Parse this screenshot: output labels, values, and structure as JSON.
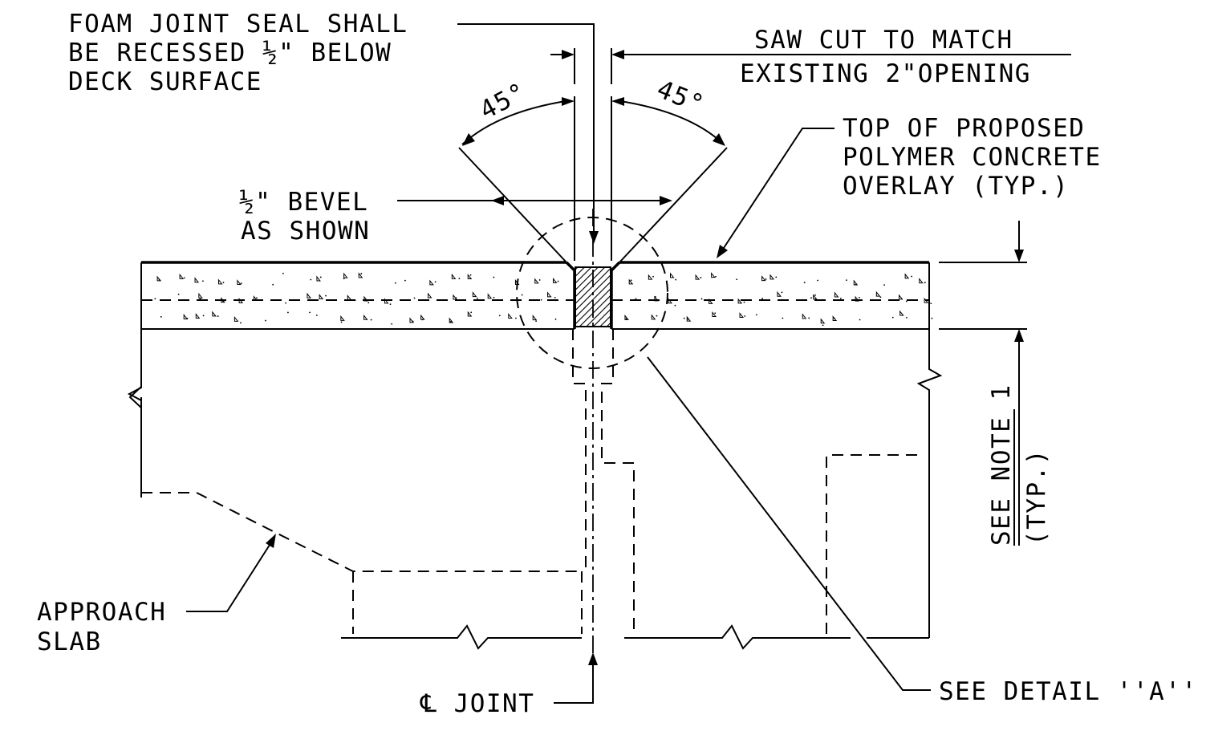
{
  "labels": {
    "foam_seal": [
      "FOAM JOINT SEAL SHALL",
      "BE RECESSED ½\" BELOW",
      "DECK SURFACE"
    ],
    "saw_cut": [
      "SAW CUT TO MATCH",
      "EXISTING 2\"OPENING"
    ],
    "angle_left": "45°",
    "angle_right": "45°",
    "top_overlay": [
      "TOP OF PROPOSED",
      "POLYMER CONCRETE",
      "OVERLAY (TYP.)"
    ],
    "bevel": [
      "½\" BEVEL",
      "AS SHOWN"
    ],
    "see_note": [
      "SEE NOTE 1",
      "(TYP.)"
    ],
    "approach_slab": [
      "APPROACH",
      "SLAB"
    ],
    "cl_joint": "℄ JOINT",
    "see_detail": "SEE DETAIL ''A''"
  }
}
